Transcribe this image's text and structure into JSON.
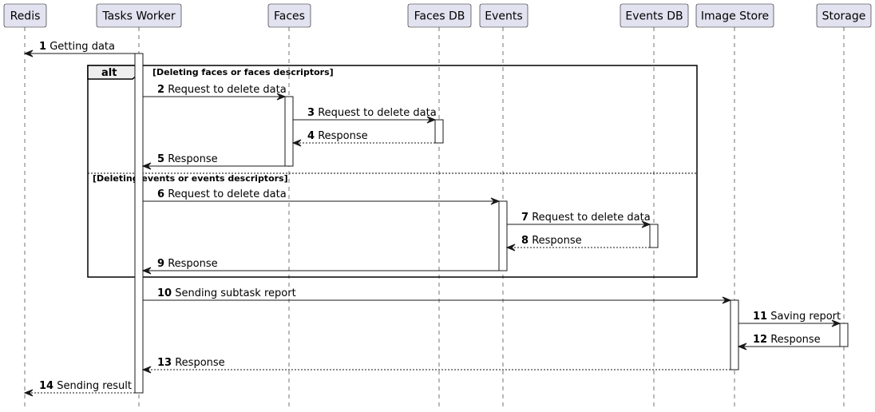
{
  "participants": [
    {
      "id": "redis",
      "label": "Redis"
    },
    {
      "id": "tasks-worker",
      "label": "Tasks Worker"
    },
    {
      "id": "faces",
      "label": "Faces"
    },
    {
      "id": "faces-db",
      "label": "Faces DB"
    },
    {
      "id": "events",
      "label": "Events"
    },
    {
      "id": "events-db",
      "label": "Events DB"
    },
    {
      "id": "image-store",
      "label": "Image Store"
    },
    {
      "id": "storage",
      "label": "Storage"
    }
  ],
  "alt_fragment": {
    "operator": "alt",
    "guard_1": "[Deleting faces or faces descriptors]",
    "guard_2": "[Deleting events or events descriptors]"
  },
  "messages": [
    {
      "num": "1",
      "text": "Getting data",
      "from": "tasks-worker",
      "to": "redis",
      "style": "solid"
    },
    {
      "num": "2",
      "text": "Request to delete data",
      "from": "tasks-worker",
      "to": "faces",
      "style": "solid"
    },
    {
      "num": "3",
      "text": "Request to delete data",
      "from": "faces",
      "to": "faces-db",
      "style": "solid"
    },
    {
      "num": "4",
      "text": "Response",
      "from": "faces-db",
      "to": "faces",
      "style": "dashed"
    },
    {
      "num": "5",
      "text": "Response",
      "from": "faces",
      "to": "tasks-worker",
      "style": "solid"
    },
    {
      "num": "6",
      "text": "Request to delete data",
      "from": "tasks-worker",
      "to": "events",
      "style": "solid"
    },
    {
      "num": "7",
      "text": "Request to delete data",
      "from": "events",
      "to": "events-db",
      "style": "solid"
    },
    {
      "num": "8",
      "text": "Response",
      "from": "events-db",
      "to": "events",
      "style": "dashed"
    },
    {
      "num": "9",
      "text": "Response",
      "from": "events",
      "to": "tasks-worker",
      "style": "solid"
    },
    {
      "num": "10",
      "text": "Sending subtask report",
      "from": "tasks-worker",
      "to": "image-store",
      "style": "solid"
    },
    {
      "num": "11",
      "text": "Saving report",
      "from": "image-store",
      "to": "storage",
      "style": "solid"
    },
    {
      "num": "12",
      "text": "Response",
      "from": "storage",
      "to": "image-store",
      "style": "solid"
    },
    {
      "num": "13",
      "text": "Response",
      "from": "image-store",
      "to": "tasks-worker",
      "style": "dashed"
    },
    {
      "num": "14",
      "text": "Sending result",
      "from": "tasks-worker",
      "to": "redis",
      "style": "dashed"
    }
  ],
  "colors": {
    "participant_fill": "#e2e2f0",
    "line": "#181818",
    "frame_tab_fill": "#eeeeee"
  }
}
